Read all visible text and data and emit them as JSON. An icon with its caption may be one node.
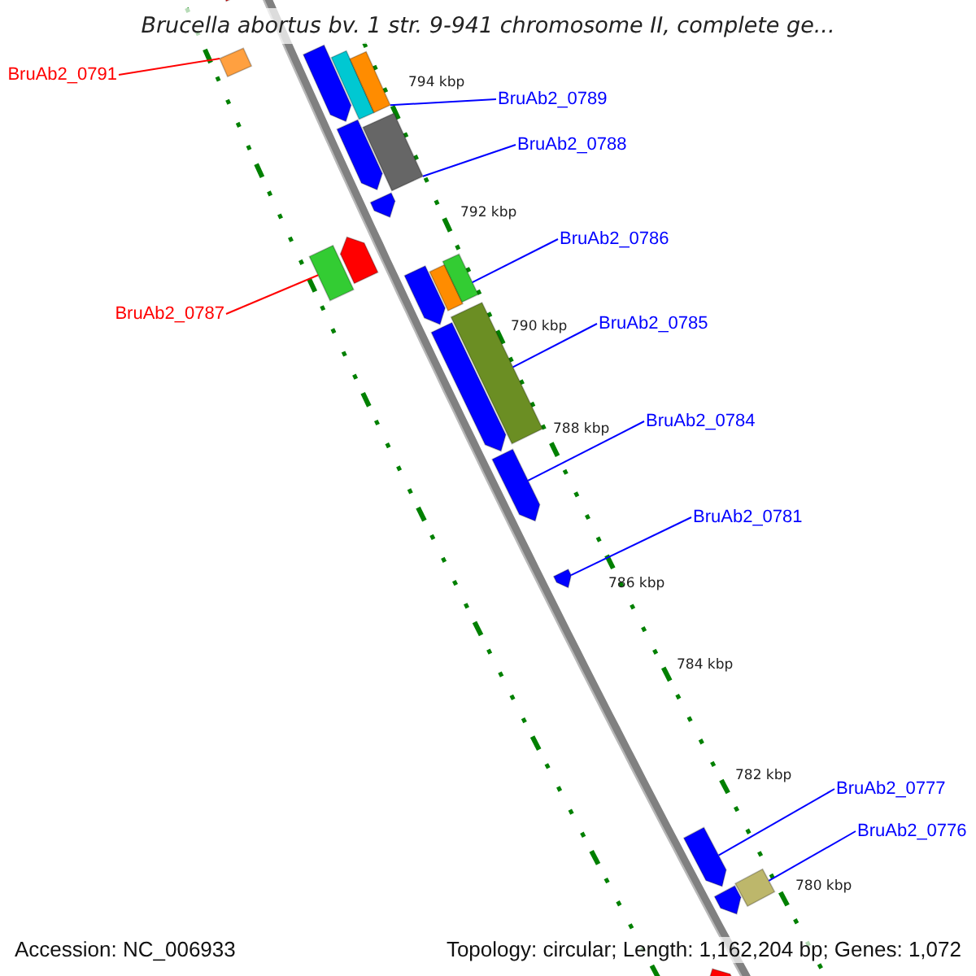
{
  "diagram": {
    "title": "Brucella abortus bv. 1 str. 9-941 chromosome II, complete ge...",
    "nodes": [
      {
        "text": [
          "BruAb2_0791"
        ]
      },
      {
        "text": [
          "BruAb2_0789"
        ]
      },
      {
        "text": [
          "BruAb2_0788"
        ]
      },
      {
        "text": [
          "BruAb2_0786"
        ]
      },
      {
        "text": [
          "BruAb2_0787"
        ]
      },
      {
        "text": [
          "BruAb2_0785"
        ]
      },
      {
        "text": [
          "BruAb2_0784"
        ]
      },
      {
        "text": [
          "BruAb2_0781"
        ]
      },
      {
        "text": [
          "BruAb2_0777"
        ]
      },
      {
        "text": [
          "BruAb2_0776"
        ]
      },
      {
        "text": [],
        "shape": "bar"
      },
      {
        "text": [],
        "shape": "bar"
      },
      {
        "text": [],
        "shape": "bar"
      },
      {
        "text": [],
        "shape": "bar"
      },
      {
        "text": [],
        "shape": "bar"
      },
      {
        "text": [],
        "shape": "bar"
      },
      {
        "text": [],
        "shape": "bar"
      },
      {
        "text": [],
        "shape": "bar"
      },
      {
        "text": [],
        "shape": "bar"
      },
      {
        "text": [],
        "shape": "bar"
      },
      {
        "text": [],
        "shape": "bar"
      },
      {
        "text": [],
        "shape": "bar"
      },
      {
        "text": [],
        "shape": "bar"
      },
      {
        "text": [],
        "shape": "bar"
      },
      {
        "text": [],
        "shape": "bar"
      },
      {
        "text": [],
        "shape": "bar"
      },
      {
        "text": [],
        "shape": "bar"
      },
      {
        "text": [],
        "shape": "bar"
      },
      {
        "text": [],
        "shape": "bar"
      },
      {
        "text": [],
        "shape": "bar"
      },
      {
        "text": [],
        "shape": "bar"
      }
    ],
    "edges": [
      {
        "from": 0,
        "to": 29,
        "arrow": "none",
        "color": "#ff0000"
      },
      {
        "from": 1,
        "to": 20,
        "arrow": "none"
      },
      {
        "from": 2,
        "to": 21,
        "arrow": "none"
      },
      {
        "from": 3,
        "to": 23,
        "arrow": "none"
      },
      {
        "from": 4,
        "to": 26,
        "arrow": "none",
        "color": "#ff0000"
      },
      {
        "from": 5,
        "to": 24,
        "arrow": "none"
      },
      {
        "from": 6,
        "to": 15,
        "arrow": "none"
      },
      {
        "from": 7,
        "to": 16,
        "arrow": "none"
      },
      {
        "from": 8,
        "to": 17,
        "arrow": "none"
      },
      {
        "from": 9,
        "to": 25,
        "arrow": "none"
      }
    ],
    "labels": [
      "794 kbp",
      "792 kbp",
      "790 kbp",
      "788 kbp",
      "786 kbp",
      "784 kbp",
      "782 kbp",
      "780 kbp",
      "Accession: NC_006933",
      "Topology: circular; Length: 1,162,204 bp; Genes: 1,072"
    ]
  }
}
